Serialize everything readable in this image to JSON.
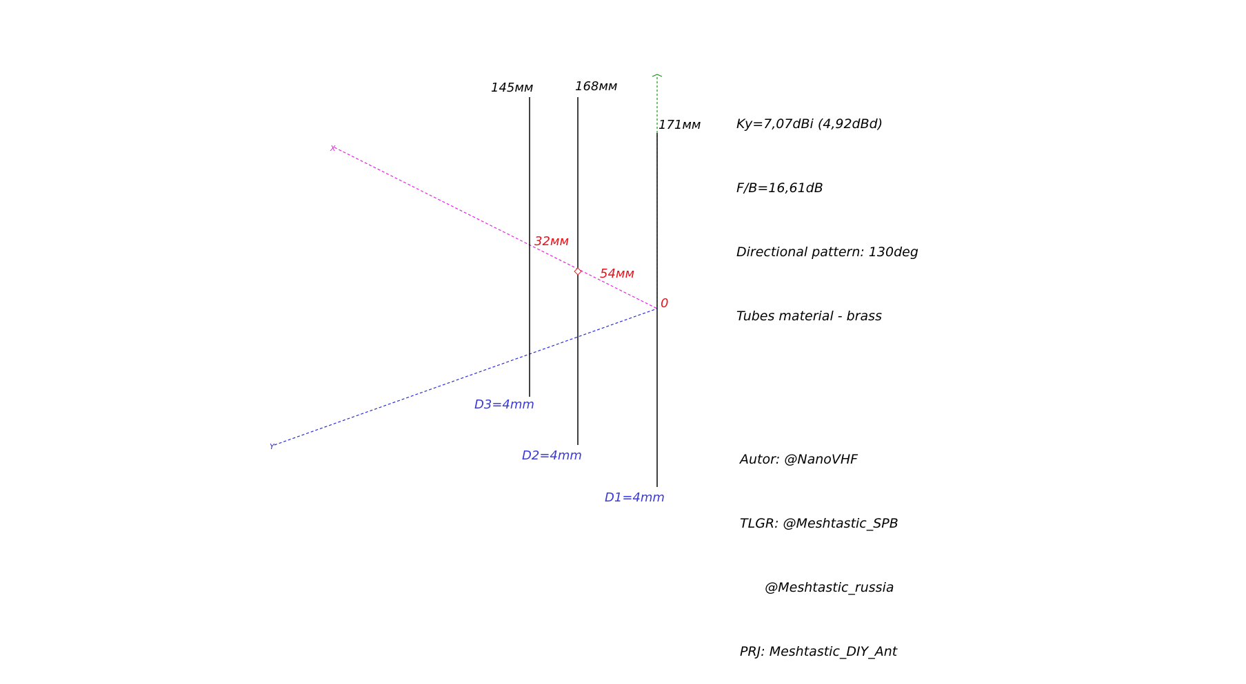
{
  "diagram": {
    "elements": [
      {
        "length_label": "145мм",
        "diameter_label": "D3=4mm"
      },
      {
        "length_label": "168мм",
        "diameter_label": "D2=4mm"
      },
      {
        "length_label": "171мм",
        "diameter_label": "D1=4mm"
      }
    ],
    "spacings": [
      "32мм",
      "54мм"
    ],
    "origin_label": "0",
    "axis_labels": {
      "x": "X",
      "y": "Y"
    },
    "colors": {
      "element": "#000000",
      "length_label": "#000000",
      "spacing_label": "#e8121b",
      "diameter_label": "#3a3ad6",
      "x_axis": "#e81ee8",
      "y_axis": "#2b2bd6",
      "z_axis": "#1c8a1c"
    }
  },
  "specs": {
    "gain": "Ky=7,07dBi (4,92dBd)",
    "front_to_back": "F/B=16,61dB",
    "pattern": "Directional pattern: 130deg",
    "material": "Tubes material - brass"
  },
  "credits": {
    "author": "Autor: @NanoVHF",
    "telegram_1": "TLGR: @Meshtastic_SPB",
    "telegram_2": "      @Meshtastic_russia",
    "project": "PRJ: Meshtastic_DIY_Ant"
  }
}
